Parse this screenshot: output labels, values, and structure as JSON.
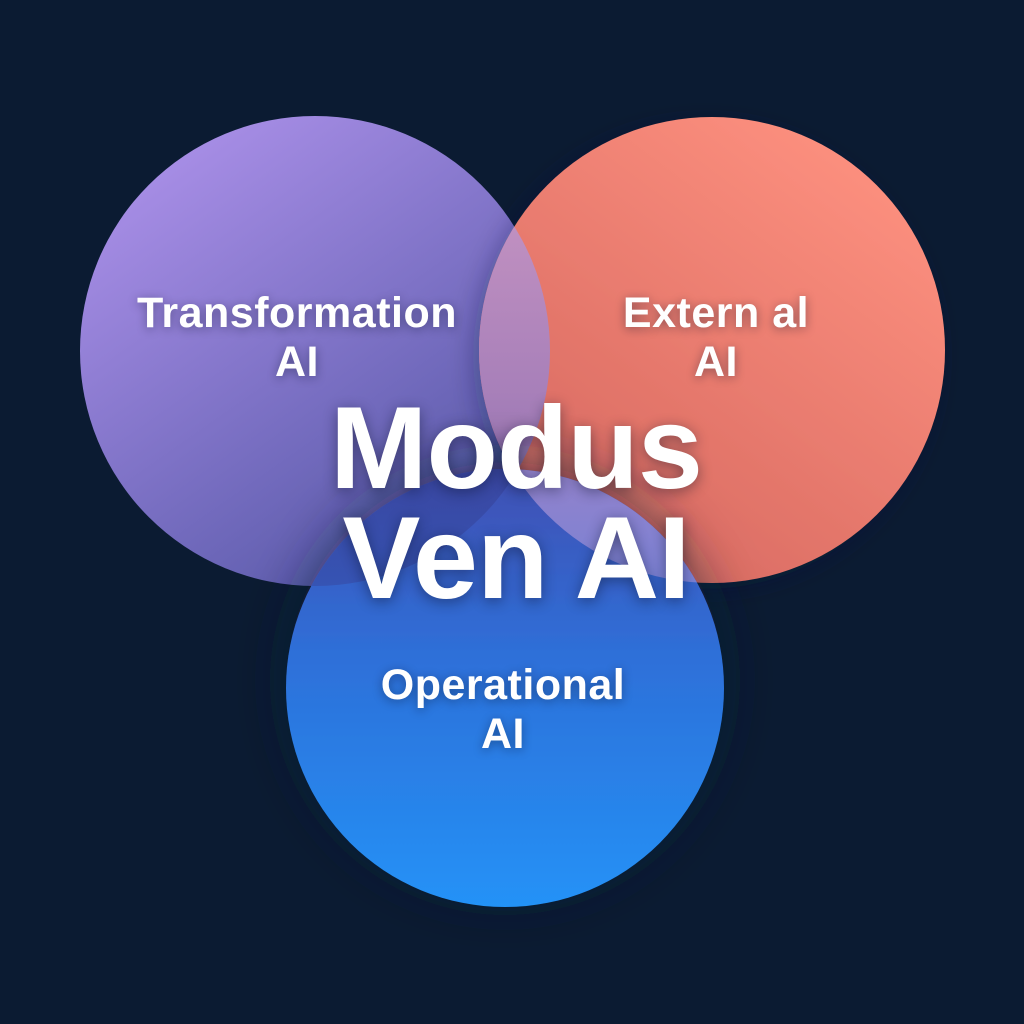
{
  "canvas": {
    "background": "#0b1b32",
    "text_color": "#ffffff"
  },
  "title": {
    "line1": "Modus",
    "line2": "Ven AI"
  },
  "venn": {
    "circles": [
      {
        "name": "transformation",
        "label_line1": "Transformation",
        "label_line2": "AI",
        "gradient_top": "#ae92eb",
        "gradient_bottom": "#4f53a2"
      },
      {
        "name": "external",
        "label_line1": "Extern al",
        "label_line2": "AI",
        "gradient_top": "#fc8f7e",
        "gradient_bottom": "#d5675f"
      },
      {
        "name": "operational",
        "label_line1": "Operational",
        "label_line2": "AI",
        "gradient_top": "#414fb2",
        "gradient_mid": "#2e6fd8",
        "gradient_bottom": "#2492f7"
      }
    ],
    "overlaps": {
      "transformation_external_top": "#c996c3",
      "transformation_external_bottom": "#8f6fb2",
      "transformation_operational_top": "#3a46a0",
      "transformation_operational_bottom": "#2e6fdb",
      "external_operational_top": "#9383cc",
      "external_operational_bottom": "#4a7ce2",
      "center_top": "#4853b4",
      "center_bottom": "#3f68d2"
    }
  }
}
